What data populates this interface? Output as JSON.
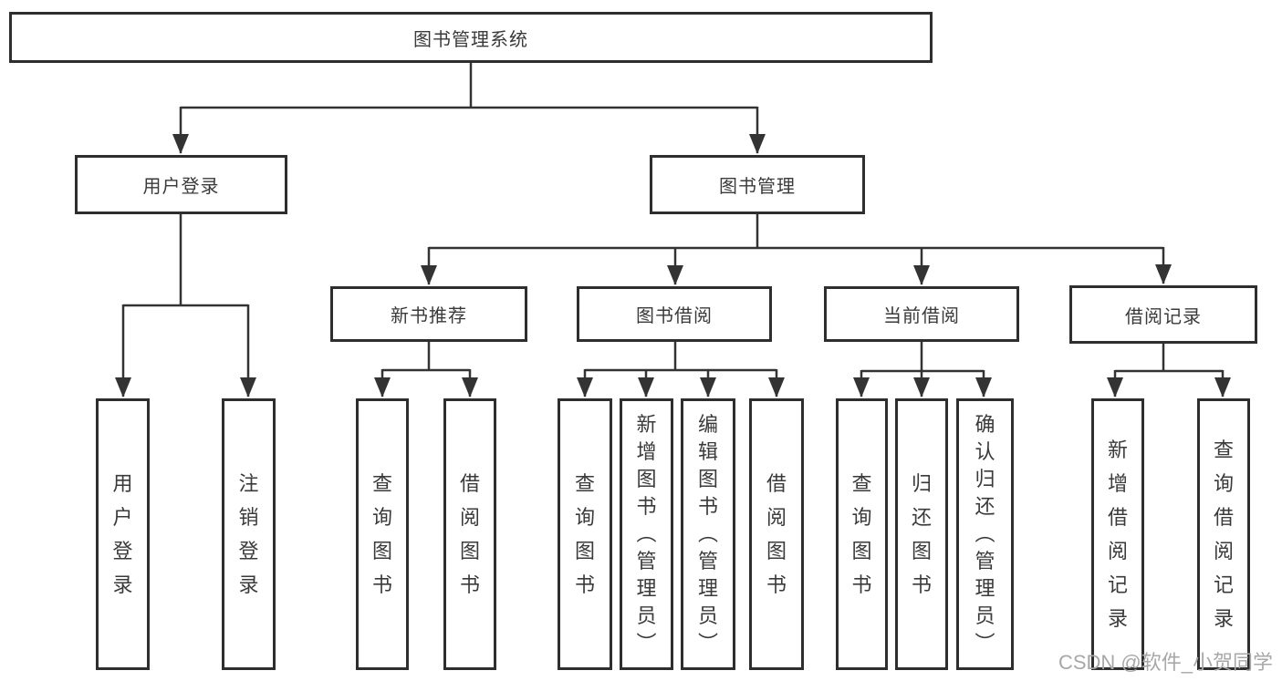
{
  "diagram": {
    "title": "图书管理系统",
    "watermark": "CSDN @软件_小贺同学",
    "colors": {
      "line": "#333333",
      "box_border": "#2e2e2e",
      "text": "#3a3a3a",
      "watermark": "#a8a8a8",
      "background": "#ffffff"
    },
    "nodes": {
      "root": {
        "label": "图书管理系统"
      },
      "user_login": {
        "label": "用户登录"
      },
      "book_mgmt": {
        "label": "图书管理"
      },
      "new_book_rec": {
        "label": "新书推荐"
      },
      "book_borrow": {
        "label": "图书借阅"
      },
      "current_borrow": {
        "label": "当前借阅"
      },
      "borrow_record": {
        "label": "借阅记录"
      },
      "leaf_user_login": {
        "label": "用户登录"
      },
      "leaf_logout": {
        "label": "注销登录"
      },
      "leaf_query_book_rec": {
        "label": "查询图书"
      },
      "leaf_borrow_book_rec": {
        "label": "借阅图书"
      },
      "leaf_query_book_borrow": {
        "label": "查询图书"
      },
      "leaf_add_book": {
        "label": "新增图书（管理员）"
      },
      "leaf_edit_book": {
        "label": "编辑图书（管理员）"
      },
      "leaf_borrow_book_borrow": {
        "label": "借阅图书"
      },
      "leaf_query_book_current": {
        "label": "查询图书"
      },
      "leaf_return_book": {
        "label": "归还图书"
      },
      "leaf_confirm_return": {
        "label": "确认归还（管理员）"
      },
      "leaf_add_record": {
        "label": "新增借阅记录"
      },
      "leaf_query_record": {
        "label": "查询借阅记录"
      }
    },
    "hierarchy_note": "root -> [用户登录, 图书管理]; 用户登录 -> [用户登录, 注销登录]; 图书管理 -> [新书推荐, 图书借阅, 当前借阅, 借阅记录]"
  }
}
